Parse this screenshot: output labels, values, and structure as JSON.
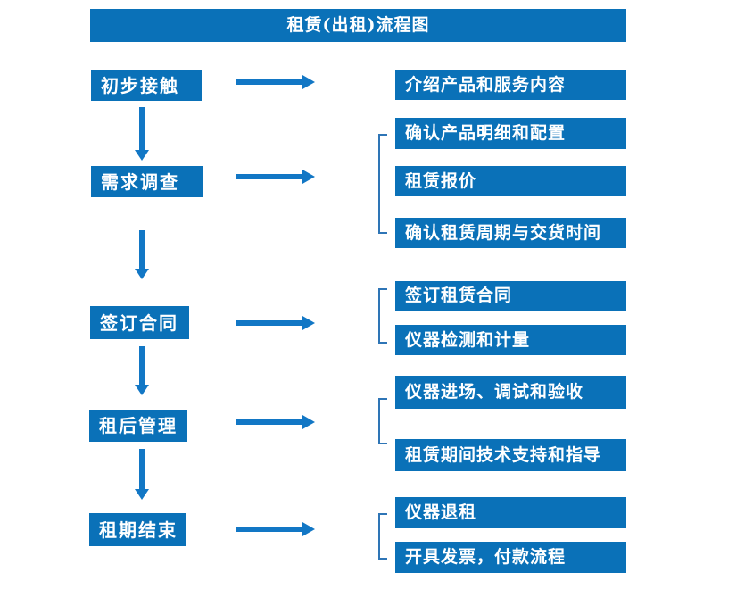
{
  "title": "租赁(出租)流程图",
  "colors": {
    "background": "#ffffff",
    "box_fill": "#0a71b8",
    "arrow": "#1277c5",
    "bracket": "#2e75b6",
    "text": "#ffffff"
  },
  "flow": {
    "steps": [
      {
        "label": "初步接触",
        "outputs": [
          "介绍产品和服务内容"
        ]
      },
      {
        "label": "需求调查",
        "outputs": [
          "确认产品明细和配置",
          "租赁报价",
          "确认租赁周期与交货时间"
        ]
      },
      {
        "label": "签订合同",
        "outputs": [
          "签订租赁合同",
          "仪器检测和计量"
        ]
      },
      {
        "label": "租后管理",
        "outputs": [
          "仪器进场、调试和验收",
          "租赁期间技术支持和指导"
        ]
      },
      {
        "label": "租期结束",
        "outputs": [
          "仪器退租",
          "开具发票，付款流程"
        ]
      }
    ]
  }
}
